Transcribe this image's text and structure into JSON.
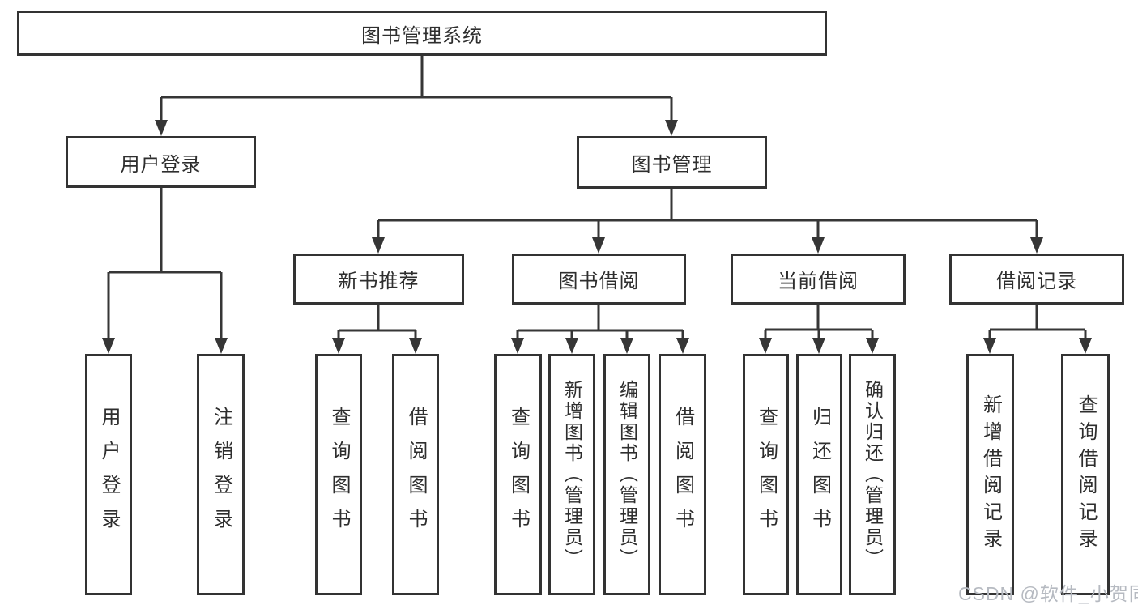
{
  "tree": {
    "root": {
      "label": "图书管理系统"
    },
    "level2": [
      {
        "label": "用户登录"
      },
      {
        "label": "图书管理"
      }
    ],
    "level3": [
      {
        "label": "新书推荐",
        "parent": "图书管理"
      },
      {
        "label": "图书借阅",
        "parent": "图书管理"
      },
      {
        "label": "当前借阅",
        "parent": "图书管理"
      },
      {
        "label": "借阅记录",
        "parent": "图书管理"
      }
    ],
    "leaves": [
      {
        "label": "用户登录",
        "parent": "用户登录"
      },
      {
        "label": "注销登录",
        "parent": "用户登录"
      },
      {
        "label": "查询图书",
        "parent": "新书推荐"
      },
      {
        "label": "借阅图书",
        "parent": "新书推荐"
      },
      {
        "label": "查询图书",
        "parent": "图书借阅"
      },
      {
        "label": "新增图书（管理员）",
        "parent": "图书借阅"
      },
      {
        "label": "编辑图书（管理员）",
        "parent": "图书借阅"
      },
      {
        "label": "借阅图书",
        "parent": "图书借阅"
      },
      {
        "label": "查询图书",
        "parent": "当前借阅"
      },
      {
        "label": "归还图书",
        "parent": "当前借阅"
      },
      {
        "label": "确认归还（管理员）",
        "parent": "当前借阅"
      },
      {
        "label": "新增借阅记录",
        "parent": "借阅记录"
      },
      {
        "label": "查询借阅记录",
        "parent": "借阅记录"
      }
    ]
  },
  "watermark": {
    "text": "CSDN @软件_小贺同学"
  },
  "colors": {
    "line": "#363636",
    "box_border": "#333333",
    "box_fill": "#ffffff",
    "text": "#2e2e2e",
    "watermark": "#b6bac1"
  }
}
